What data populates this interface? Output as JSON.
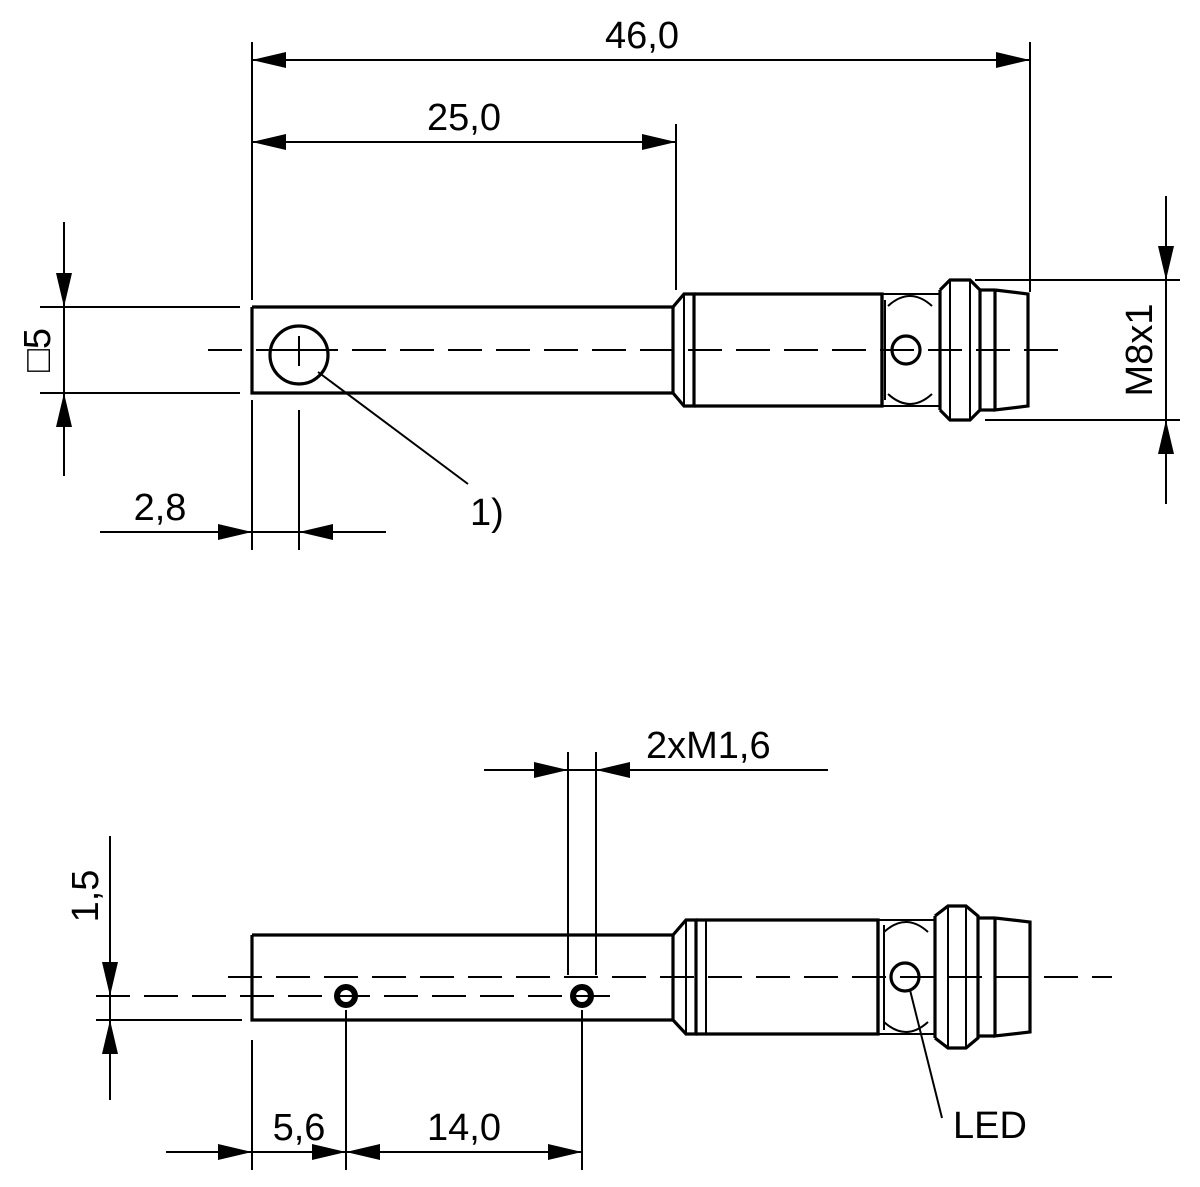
{
  "dimensions": {
    "overall_length": "46,0",
    "body_length": "25,0",
    "square_size": "□5",
    "sensing_offset": "2,8",
    "thread": "M8x1",
    "hole_thread": "2xM1,6",
    "hole_offset": "1,5",
    "hole_first": "5,6",
    "hole_spacing": "14,0"
  },
  "callouts": {
    "sensing_face": "1)",
    "led": "LED"
  }
}
